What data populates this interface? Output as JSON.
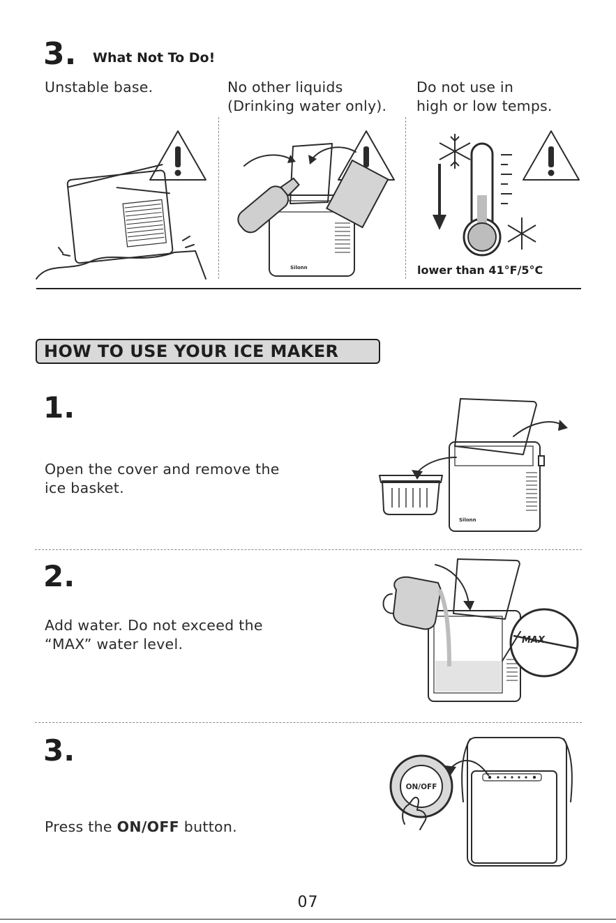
{
  "section3": {
    "number": "3.",
    "title": "What Not To Do!",
    "warnings": [
      {
        "caption": "Unstable base."
      },
      {
        "caption": "No other liquids\n(Drinking water only)."
      },
      {
        "caption": "Do not use in\nhigh or low temps."
      }
    ],
    "temp_note": "lower than 41°F/5°C"
  },
  "how_to": {
    "banner": "HOW TO USE YOUR ICE MAKER",
    "steps": [
      {
        "number": "1.",
        "text": "Open the cover and remove the\nice basket."
      },
      {
        "number": "2.",
        "text": "Add water. Do not exceed the\n“MAX” water level."
      },
      {
        "number": "3.",
        "text_before": "Press the ",
        "text_bold": "ON/OFF",
        "text_after": " button."
      }
    ],
    "brand_label": "Silonn",
    "max_label": "MAX",
    "button_label": "ON/OFF"
  },
  "page_number": "07"
}
